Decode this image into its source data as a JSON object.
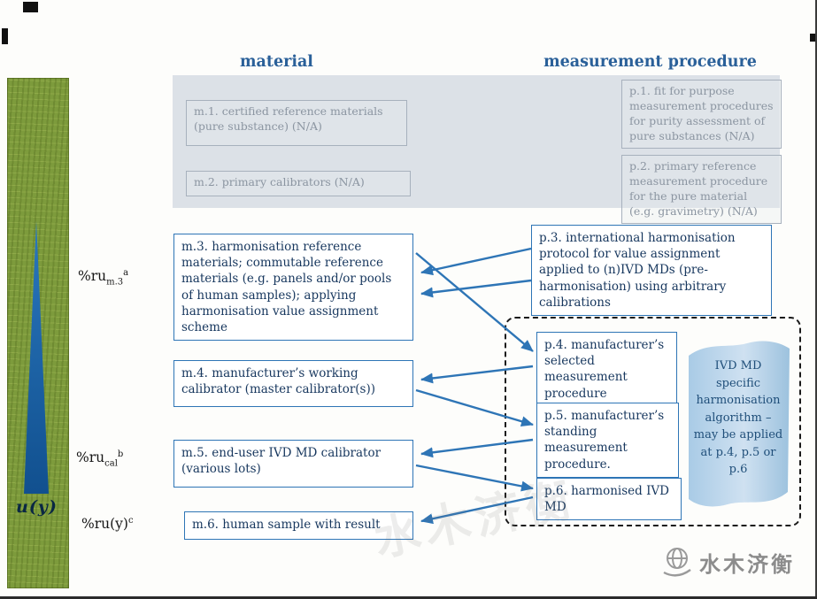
{
  "headers": {
    "material": "material",
    "measurement_procedure": "measurement procedure"
  },
  "uncertainty_scale": {
    "axis_label": "u(y)",
    "tick_labels": [
      {
        "prefix": "%ru",
        "sub": "m.3",
        "sup": "a"
      },
      {
        "prefix": "%ru",
        "sub": "cal",
        "sup": "b"
      },
      {
        "prefix": "%ru(y)",
        "sub": "",
        "sup": "c"
      }
    ]
  },
  "material_column": {
    "boxes": [
      {
        "id": "m1",
        "status": "na",
        "text": "m.1. certified reference materials (pure substance)  (N/A)"
      },
      {
        "id": "m2",
        "status": "na",
        "text": "m.2. primary calibrators (N/A)"
      },
      {
        "id": "m3",
        "status": "active",
        "text": "m.3. harmonisation reference materials; commutable reference materials (e.g. panels and/or pools of human samples); applying harmonisation value assignment scheme"
      },
      {
        "id": "m4",
        "status": "active",
        "text": "m.4. manufacturer’s working calibrator (master calibrator(s))"
      },
      {
        "id": "m5",
        "status": "active",
        "text": "m.5. end-user IVD MD calibrator (various lots)"
      },
      {
        "id": "m6",
        "status": "active",
        "text": "m.6. human sample with result"
      }
    ]
  },
  "procedure_column": {
    "boxes": [
      {
        "id": "p1",
        "status": "na",
        "text": "p.1. fit for purpose measurement procedures for purity assessment of pure substances (N/A)"
      },
      {
        "id": "p2",
        "status": "na",
        "text": "p.2. primary reference measurement procedure for the pure material (e.g. gravimetry) (N/A)"
      },
      {
        "id": "p3",
        "status": "active",
        "text": "p.3. international harmonisation protocol for value assignment applied to (n)IVD MDs (pre-harmonisation) using arbitrary calibrations"
      },
      {
        "id": "p4",
        "status": "active",
        "text": "p.4. manufacturer’s selected measurement procedure"
      },
      {
        "id": "p5",
        "status": "active",
        "text": "p.5. manufacturer’s standing measurement procedure."
      },
      {
        "id": "p6",
        "status": "active",
        "text": "p.6. harmonised IVD MD"
      }
    ]
  },
  "harmonisation_note": {
    "text": "IVD MD specific harmonisation algorithm – may be applied at p.4, p.5 or p.6"
  },
  "watermark": {
    "text": "水木济衡"
  },
  "colors": {
    "accent_blue": "#2e75b6",
    "header_blue": "#2a6099",
    "panel_gray": "#dce1e7",
    "ribbon_blue": "#b7d3e8",
    "bar_green": "#7d9b3c",
    "triangle_blue": "#1a67b0"
  }
}
